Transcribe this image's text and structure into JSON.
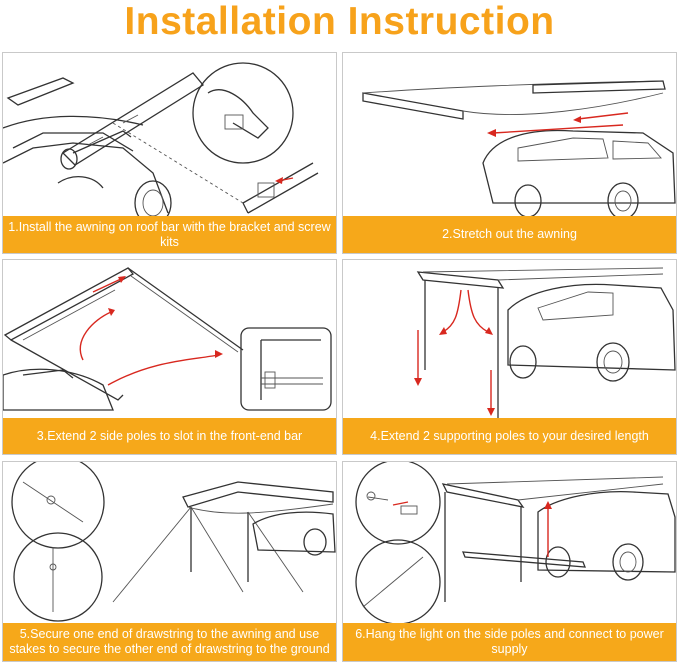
{
  "header": {
    "title": "Installation Instruction"
  },
  "steps": [
    {
      "caption": "1.Install the awning on roof bar with the bracket and screw kits"
    },
    {
      "caption": "2.Stretch out the awning"
    },
    {
      "caption": "3.Extend 2 side poles to slot in the front-end bar"
    },
    {
      "caption": "4.Extend 2 supporting poles to your desired length"
    },
    {
      "caption": "5.Secure one end of drawstring to the awning and use stakes to secure the other end of drawstring to the ground"
    },
    {
      "caption": "6.Hang the light on the side poles and connect to power supply"
    }
  ],
  "colors": {
    "accent": "#f6a81a",
    "title": "#f7a21b",
    "arrow": "#d8281f"
  }
}
